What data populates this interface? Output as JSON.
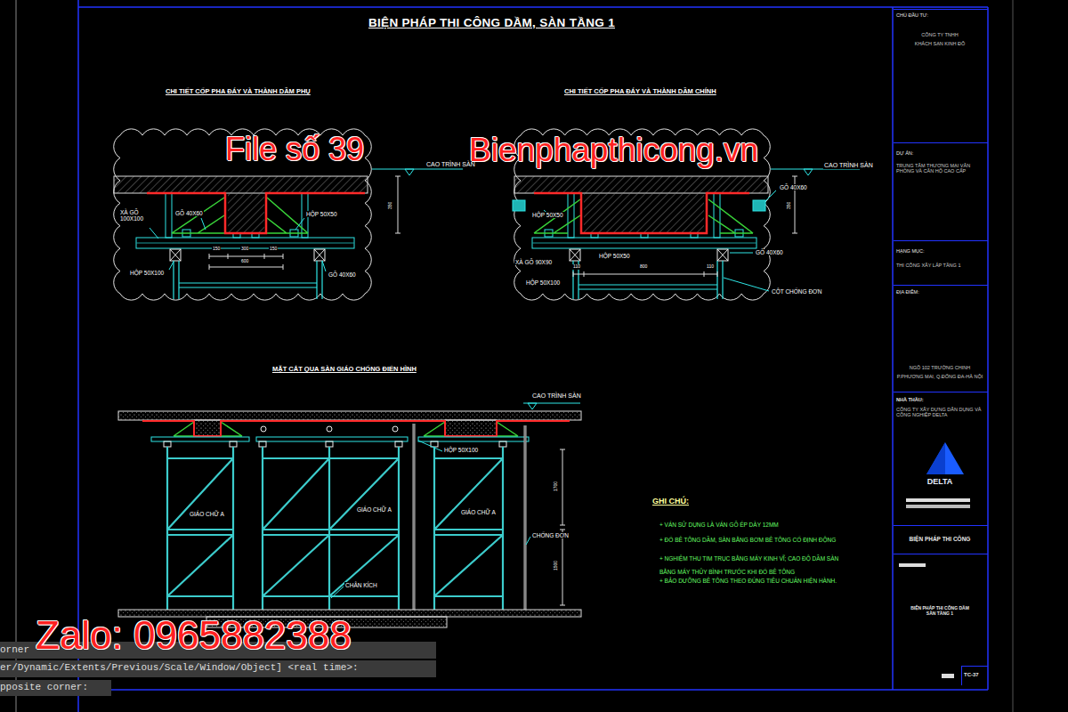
{
  "diagram": {
    "title": "BIỆN PHÁP THI CÔNG DẦM, SÀN TẦNG 1",
    "nodes": [
      {
        "text": [
          "CHỦ ĐẦU TƯ:",
          "CÔNG TY TNHH",
          "KHÁCH SẠN KINH ĐÔ"
        ]
      },
      {
        "text": [
          "DỰ ÁN:",
          "TRUNG TÂM THƯƠNG MẠI VĂN PHÒNG VÀ CĂN HỘ CAO CẤP"
        ]
      },
      {
        "text": [
          "HẠNG MỤC:",
          "THI CÔNG XÂY LẮP TẦNG 1"
        ]
      },
      {
        "text": [
          "ĐỊA ĐIỂM:",
          "NGÕ 102 TRƯỜNG CHINH",
          "P.PHƯƠNG MAI, Q.ĐỐNG ĐA-HÀ NỘI"
        ]
      },
      {
        "text": [
          "NHÀ THẦU:",
          "CÔNG TY XÂY DỰNG DÂN DỤNG VÀ CÔNG NGHIỆP DELTA",
          "DELTA"
        ]
      },
      {
        "text": [
          "BIỆN PHÁP THI CÔNG"
        ]
      },
      {
        "text": [
          "BIỆN PHÁP THI CÔNG DẦM SÀN TẦNG 1"
        ]
      },
      {
        "text": [
          "TC-37"
        ]
      }
    ],
    "labels": [
      "CHI TIẾT CỐP PHA ĐÁY VÀ THÀNH DẦM PHỤ",
      "CHI TIẾT CỐP PHA ĐÁY VÀ THÀNH DẦM CHÍNH",
      "CAO TRÌNH SÀN",
      "XÀ GỖ 100X100",
      "GỖ 40X60",
      "HỘP 50X50",
      "150",
      "300",
      "150",
      "600",
      "350",
      "HỘP 50X100",
      "GỖ 40X60",
      "CAO TRÌNH SÀN",
      "GỖ 40X60",
      "350",
      "HỘP 50X50",
      "HỘP 50X50",
      "XÀ GỖ 90X90",
      "110",
      "800",
      "110",
      "HỘP 50X100",
      "GỖ 40X60",
      "CỘT CHỐNG ĐƠN",
      "MẶT CẮT QUA SÀN GIÁO CHỐNG ĐIỂN HÌNH",
      "CAO TRÌNH SÀN",
      "HỘP 50X100",
      "GIÁO CHỮ A",
      "GIÁO CHỮ A",
      "GIÁO CHỮ A",
      "CHÂN KÍCH",
      "CHỐNG ĐƠN",
      "1700",
      "1500",
      "GHI CHÚ:",
      "+ VÁN SỬ DỤNG LÀ VÁN GỖ ÉP DÀY 12MM",
      "+ ĐỔ BÊ TÔNG DẦM, SÀN BẰNG BƠM BÊ TÔNG CỐ ĐỊNH ĐỘNG",
      "+ NGHIỆM THU TIM TRỤC BẰNG MÁY KINH VĨ; CAO ĐỘ DẦM SÀN BẰNG MÁY THỦY BÌNH TRƯỚC KHI ĐỔ BÊ TÔNG",
      "+ BẢO DƯỠNG BÊ TÔNG THEO ĐÚNG TIÊU CHUẨN HIỆN HÀNH.",
      "File số 39",
      "Bienphapthicong.vn",
      "Zalo: 0965882388",
      "orner",
      "er/Dynamic/Extents/Previous/Scale/Window/Object] <real time>:",
      "pposite corner:"
    ]
  }
}
